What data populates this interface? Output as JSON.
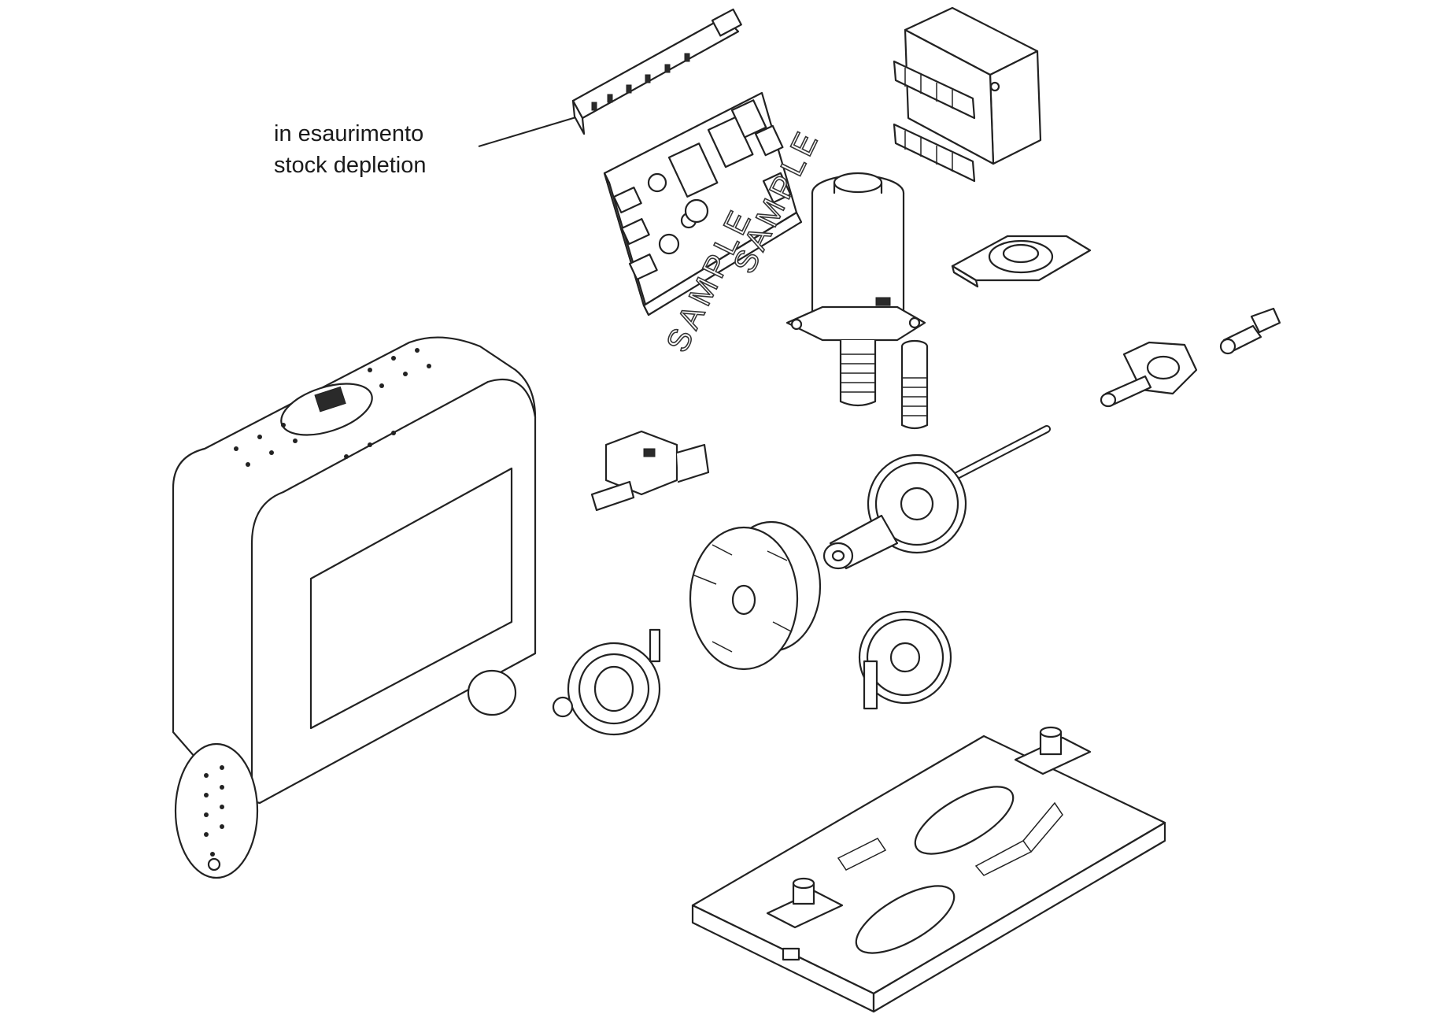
{
  "callout": {
    "line1": "in esaurimento",
    "line2": "stock depletion"
  },
  "watermark": {
    "text_1": "SAMPLE",
    "text_2": "SAMPLE"
  },
  "colors": {
    "line": "#222222",
    "background": "#ffffff"
  },
  "icons": [
    "logo-badge-icon"
  ]
}
